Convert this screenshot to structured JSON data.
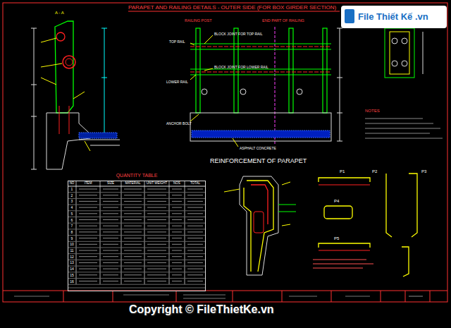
{
  "diagram": {
    "title": "PARAPET AND RAILING DETAILS - OUTER SIDE (FOR BOX GIRDER SECTION)",
    "nodes": [
      {
        "text": [
          "QUANTITY TABLE"
        ]
      }
    ],
    "labels": [
      "A - A",
      "RAILING POST",
      "END PART OF RAILING",
      "TOP RAIL",
      "BLOCK JOINT FOR TOP RAIL",
      "BLOCK JOINT FOR LOWER RAIL",
      "LOWER RAIL",
      "ANCHOR BOLT",
      "ASPHALT CONCRETE",
      "REINFORCEMENT OF PARAPET",
      "NOTES",
      "P1",
      "P2",
      "P3",
      "P4",
      "P5",
      "Copyright © FileThietKe.vn",
      "File Thiết Kế .vn",
      "NO",
      "ITEM",
      "SIZE",
      "MATERIAL",
      "UNIT WEIGHT",
      "NOS",
      "TOTAL",
      "1",
      "2",
      "3",
      "4",
      "5",
      "6",
      "7",
      "8",
      "9",
      "10",
      "11",
      "12",
      "13",
      "14",
      "15",
      "16"
    ]
  }
}
